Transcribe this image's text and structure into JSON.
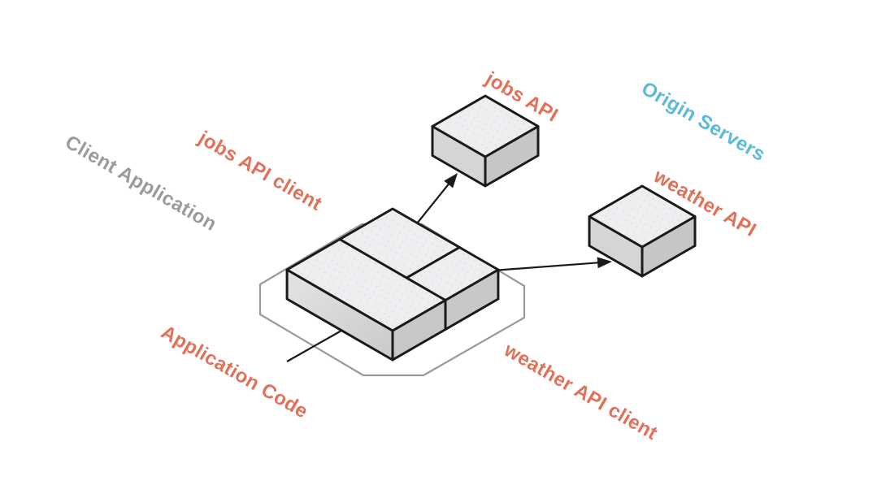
{
  "labels": {
    "client_application": {
      "text": "Client Application",
      "color": "#9b9b9b"
    },
    "jobs_api_client": {
      "text": "jobs API client",
      "color": "#e2715a"
    },
    "jobs_api": {
      "text": "jobs API",
      "color": "#e2715a"
    },
    "origin_servers": {
      "text": "Origin Servers",
      "color": "#5bb9d9"
    },
    "weather_api": {
      "text": "weather API",
      "color": "#e2715a"
    },
    "application_code": {
      "text": "Application Code",
      "color": "#e2715a"
    },
    "weather_api_client": {
      "text": "weather API client",
      "color": "#e2715a"
    }
  },
  "diagram": {
    "type": "isometric-architecture",
    "groups": [
      {
        "id": "client-application-platform",
        "label_ref": "client_application",
        "contains": [
          "application-code-block",
          "jobs-api-client-block",
          "weather-api-client-block"
        ]
      },
      {
        "id": "origin-servers-group",
        "label_ref": "origin_servers",
        "contains": [
          "jobs-api-server",
          "weather-api-server"
        ]
      }
    ],
    "nodes": [
      {
        "id": "application-code-block",
        "shape": "isometric-slab-section",
        "label_ref": "application_code"
      },
      {
        "id": "jobs-api-client-block",
        "shape": "isometric-slab-section",
        "label_ref": "jobs_api_client"
      },
      {
        "id": "weather-api-client-block",
        "shape": "isometric-slab-section",
        "label_ref": "weather_api_client"
      },
      {
        "id": "jobs-api-server",
        "shape": "isometric-cube",
        "label_ref": "jobs_api"
      },
      {
        "id": "weather-api-server",
        "shape": "isometric-cube",
        "label_ref": "weather_api"
      }
    ],
    "edges": [
      {
        "from": "jobs-api-client-block",
        "to": "jobs-api-server",
        "style": "arrow"
      },
      {
        "from": "weather-api-client-block",
        "to": "weather-api-server",
        "style": "arrow"
      },
      {
        "from": "application-code-label",
        "to": "application-code-block",
        "style": "leader-line"
      }
    ],
    "colors": {
      "outline": "#1a1a1a",
      "box_top": "#eceef0",
      "box_top_dot": "#d8dadd",
      "box_side_left": "#d6d8da",
      "box_side_right": "#c6c8ca",
      "platform_outline": "#9a9a9a",
      "accent_orange": "#e2715a",
      "accent_blue": "#5bb9d9",
      "label_gray": "#9b9b9b",
      "background": "#ffffff"
    }
  }
}
